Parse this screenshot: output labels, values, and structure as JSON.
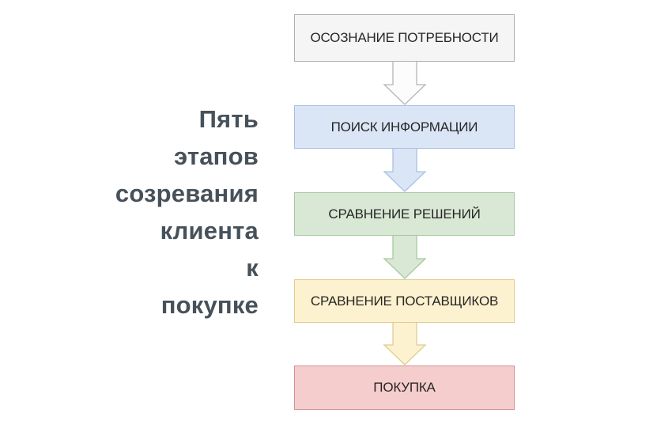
{
  "background": "#ffffff",
  "title": {
    "lines": [
      "Пять",
      "этапов",
      "созревания",
      "клиента",
      "к",
      "покупке"
    ],
    "full_text": "Пять этапов созревания клиента к покупке",
    "color": "#47515a"
  },
  "box_text_color": "#262626",
  "stages": [
    {
      "label": "ОСОЗНАНИЕ ПОТРЕБНОСТИ",
      "fill": "#f5f5f5",
      "border": "#b0b0b0",
      "arrow_fill": "#fcfcfc",
      "arrow_border": "#b5b5b5"
    },
    {
      "label": "ПОИСК ИНФОРМАЦИИ",
      "fill": "#dae5f6",
      "border": "#a9c0e2",
      "arrow_fill": "#dae5f6",
      "arrow_border": "#a9c0e2"
    },
    {
      "label": "СРАВНЕНИЕ РЕШЕНИЙ",
      "fill": "#d8e8d4",
      "border": "#a6c9a0",
      "arrow_fill": "#d8e8d4",
      "arrow_border": "#a6c9a0"
    },
    {
      "label": "СРАВНЕНИЕ ПОСТАВЩИКОВ",
      "fill": "#fdf2cf",
      "border": "#e0cc8e",
      "arrow_fill": "#fdf2cf",
      "arrow_border": "#e0cc8e"
    },
    {
      "label": "ПОКУПКА",
      "fill": "#f6cdcd",
      "border": "#cf9494",
      "arrow_fill": null,
      "arrow_border": null
    }
  ]
}
